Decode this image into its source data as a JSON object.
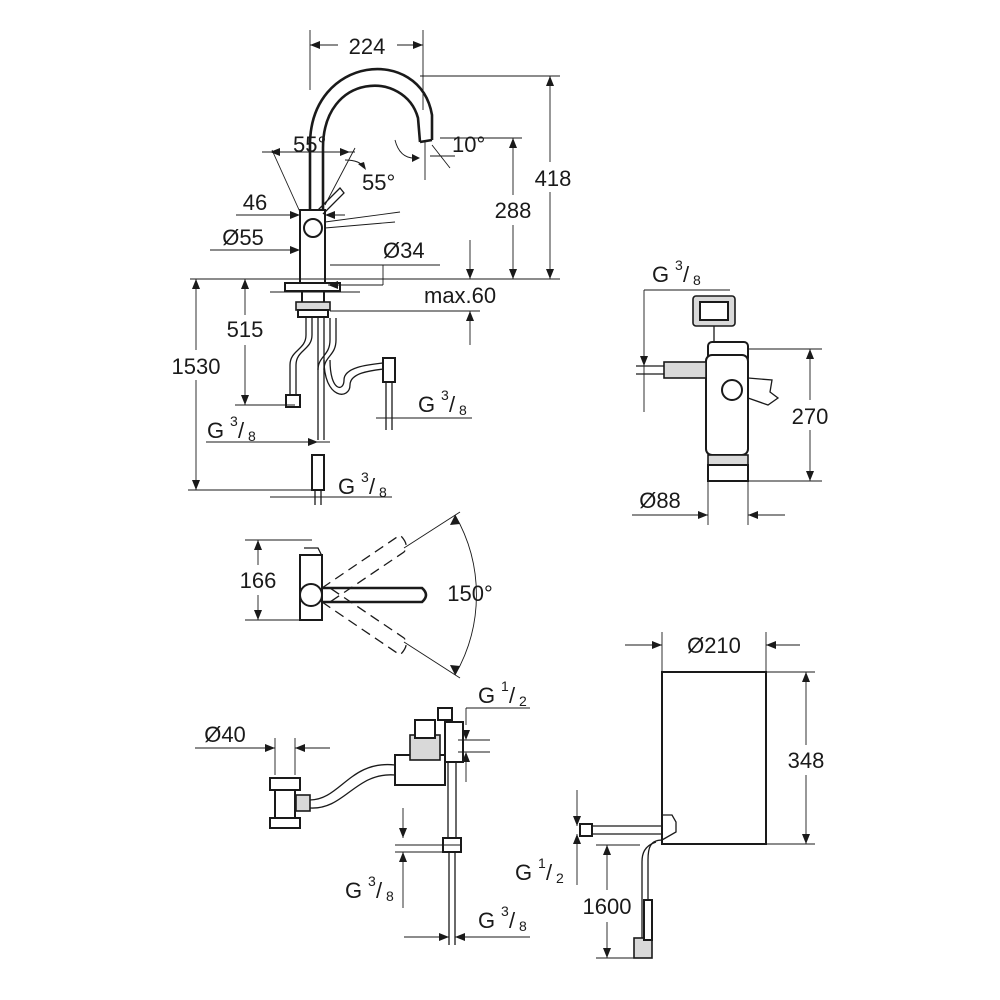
{
  "dimensions": {
    "faucet": {
      "reach": "224",
      "tilt_left": "55°",
      "tilt_right": "55°",
      "spout_angle": "10°",
      "total_height": "418",
      "spout_height": "288",
      "handle_offset": "46",
      "base_diameter": "Ø55",
      "hole_diameter": "Ø34",
      "max_thickness": "max.60",
      "hose_short": "515",
      "hose_long": "1530",
      "conn_left": {
        "base": "G",
        "num": "3",
        "den": "8"
      },
      "conn_right": {
        "base": "G",
        "num": "3",
        "den": "8"
      },
      "conn_bottom": {
        "base": "G",
        "num": "3",
        "den": "8"
      }
    },
    "filter": {
      "connection": {
        "base": "G",
        "num": "3",
        "den": "8"
      },
      "height": "270",
      "diameter": "Ø88"
    },
    "top_view": {
      "swivel_angle": "150°",
      "depth": "166"
    },
    "valve": {
      "pipe_diameter": "Ø40",
      "conn_top": {
        "base": "G",
        "num": "1",
        "den": "2"
      },
      "conn_left": {
        "base": "G",
        "num": "3",
        "den": "8"
      },
      "conn_bottom": {
        "base": "G",
        "num": "3",
        "den": "8"
      }
    },
    "boiler": {
      "diameter": "Ø210",
      "height": "348",
      "connection": {
        "base": "G",
        "num": "1",
        "den": "2"
      },
      "cable_length": "1600"
    }
  }
}
